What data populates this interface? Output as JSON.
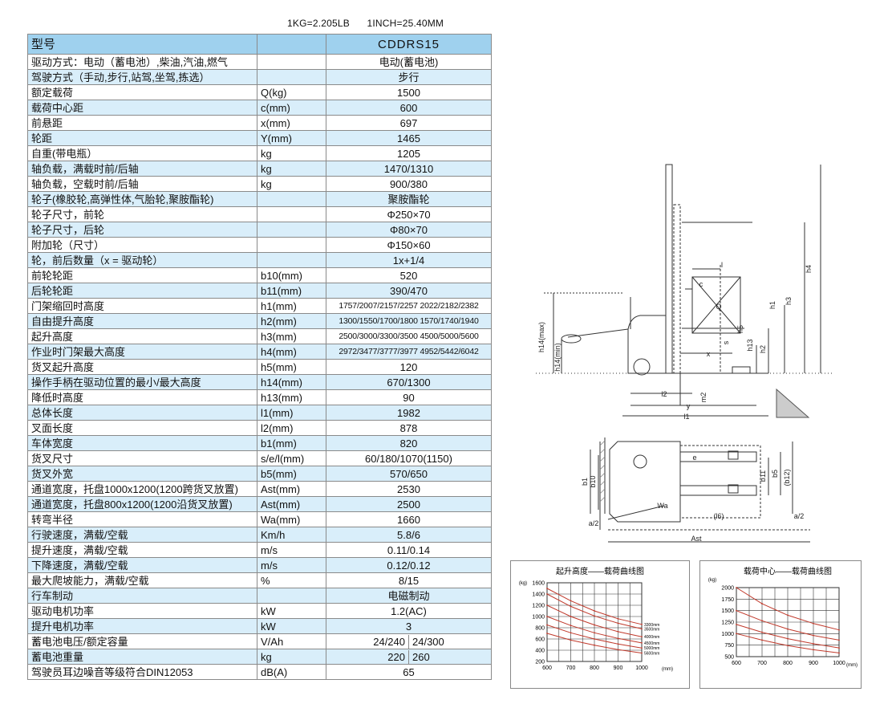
{
  "unit_note": {
    "kg": "1KG=2.205LB",
    "inch": "1INCH=25.40MM"
  },
  "table": {
    "header_label": "型号",
    "header_model": "CDDRS15",
    "rows": [
      {
        "label": "驱动方式：电动（蓄电池）,柴油,汽油,燃气",
        "unit": "",
        "value": "电动(蓄电池)"
      },
      {
        "label": "驾驶方式（手动,步行,站驾,坐驾,拣选）",
        "unit": "",
        "value": "步行"
      },
      {
        "label": "额定载荷",
        "unit": "Q(kg)",
        "value": "1500"
      },
      {
        "label": "载荷中心距",
        "unit": "c(mm)",
        "value": "600"
      },
      {
        "label": "前悬距",
        "unit": "x(mm)",
        "value": "697"
      },
      {
        "label": "轮距",
        "unit": "Y(mm)",
        "value": "1465"
      },
      {
        "label": "自重(带电瓶）",
        "unit": "kg",
        "value": "1205"
      },
      {
        "label": "轴负载，满载时前/后轴",
        "unit": "kg",
        "value": "1470/1310"
      },
      {
        "label": "轴负载，空载时前/后轴",
        "unit": "kg",
        "value": "900/380"
      },
      {
        "label": "轮子(橡胶轮,高弹性体,气胎轮,聚胺酯轮)",
        "unit": "",
        "value": "聚胺酯轮"
      },
      {
        "label": "轮子尺寸，前轮",
        "unit": "",
        "value": "Φ250×70"
      },
      {
        "label": "轮子尺寸，后轮",
        "unit": "",
        "value": "Φ80×70"
      },
      {
        "label": "附加轮（尺寸）",
        "unit": "",
        "value": "Φ150×60"
      },
      {
        "label": "轮，前后数量（x = 驱动轮）",
        "unit": "",
        "value": "1x+1/4"
      },
      {
        "label": "前轮轮距",
        "unit": "b10(mm)",
        "value": "520"
      },
      {
        "label": "后轮轮距",
        "unit": "b11(mm)",
        "value": "390/470"
      },
      {
        "label": "门架缩回时高度",
        "unit": "h1(mm)",
        "value": "1757/2007/2157/2257   2022/2182/2382",
        "small": true
      },
      {
        "label": "自由提升高度",
        "unit": "h2(mm)",
        "value": "1300/1550/1700/1800   1570/1740/1940",
        "small": true
      },
      {
        "label": "起升高度",
        "unit": "h3(mm)",
        "value": "2500/3000/3300/3500   4500/5000/5600",
        "small": true
      },
      {
        "label": "作业时门架最大高度",
        "unit": "h4(mm)",
        "value": "2972/3477/3777/3977   4952/5442/6042",
        "small": true
      },
      {
        "label": "货叉起升高度",
        "unit": "h5(mm)",
        "value": "120"
      },
      {
        "label": "操作手柄在驱动位置的最小/最大高度",
        "unit": "h14(mm)",
        "value": "670/1300"
      },
      {
        "label": "降低时高度",
        "unit": "h13(mm)",
        "value": "90"
      },
      {
        "label": "总体长度",
        "unit": "l1(mm)",
        "value": "1982"
      },
      {
        "label": "叉面长度",
        "unit": "l2(mm)",
        "value": "878"
      },
      {
        "label": "车体宽度",
        "unit": "b1(mm)",
        "value": "820"
      },
      {
        "label": "货叉尺寸",
        "unit": "s/e/l(mm)",
        "value": "60/180/1070(1150)"
      },
      {
        "label": "货叉外宽",
        "unit": "b5(mm)",
        "value": "570/650"
      },
      {
        "label": "通道宽度，托盘1000x1200(1200跨货叉放置)",
        "unit": "Ast(mm)",
        "value": "2530"
      },
      {
        "label": "通道宽度，托盘800x1200(1200沿货叉放置)",
        "unit": "Ast(mm)",
        "value": "2500"
      },
      {
        "label": "转弯半径",
        "unit": "Wa(mm)",
        "value": "1660"
      },
      {
        "label": "行驶速度，满载/空载",
        "unit": "Km/h",
        "value": "5.8/6"
      },
      {
        "label": "提升速度，满载/空载",
        "unit": "m/s",
        "value": "0.11/0.14"
      },
      {
        "label": "下降速度，满载/空载",
        "unit": "m/s",
        "value": "0.12/0.12"
      },
      {
        "label": "最大爬坡能力，满载/空载",
        "unit": "%",
        "value": "8/15"
      },
      {
        "label": "行车制动",
        "unit": "",
        "value": "电磁制动"
      },
      {
        "label": "驱动电机功率",
        "unit": "kW",
        "value": "1.2(AC)"
      },
      {
        "label": "提升电机功率",
        "unit": "kW",
        "value": "3"
      },
      {
        "label": "蓄电池电压/额定容量",
        "unit": "V/Ah",
        "value": "",
        "split": [
          "24/240",
          "24/300"
        ]
      },
      {
        "label": "蓄电池重量",
        "unit": "kg",
        "value": "",
        "split": [
          "220",
          "260"
        ]
      },
      {
        "label": "驾驶员耳边噪音等级符合DIN12053",
        "unit": "dB(A)",
        "value": "65"
      }
    ]
  },
  "side_view": {
    "labels": [
      "h14(max)",
      "h14(min)",
      "h1",
      "h3",
      "h4",
      "h2",
      "h13",
      "h5",
      "s",
      "c",
      "l",
      "Q",
      "x",
      "l2",
      "m2",
      "y",
      "l1"
    ]
  },
  "top_view": {
    "labels": [
      "b1",
      "b10",
      "b11",
      "b5",
      "(b12)",
      "e",
      "Wa",
      "a/2",
      "(l6)",
      "a/2",
      "Ast"
    ]
  },
  "chart_data": [
    {
      "type": "line",
      "title": "起升高度——载荷曲线图",
      "ylabel": "(kg)",
      "xlabel": "(mm)",
      "x": [
        600,
        700,
        800,
        900,
        1000
      ],
      "yticks": [
        200,
        400,
        600,
        800,
        1000,
        1200,
        1400,
        1600
      ],
      "xlim": [
        600,
        1000
      ],
      "ylim": [
        200,
        1600
      ],
      "series": [
        {
          "name": "3300mm",
          "values": [
            1500,
            1280,
            1100,
            960,
            860
          ]
        },
        {
          "name": "3500mm",
          "values": [
            1400,
            1180,
            1010,
            880,
            780
          ]
        },
        {
          "name": "4000mm",
          "values": [
            1200,
            1000,
            850,
            730,
            640
          ]
        },
        {
          "name": "4500mm",
          "values": [
            1000,
            840,
            710,
            610,
            530
          ]
        },
        {
          "name": "5000mm",
          "values": [
            850,
            710,
            600,
            510,
            440
          ]
        },
        {
          "name": "5600mm",
          "values": [
            700,
            580,
            490,
            410,
            350
          ]
        }
      ],
      "colors": {
        "line": "#c0392b",
        "grid": "#333333"
      }
    },
    {
      "type": "line",
      "title": "载荷中心——载荷曲线图",
      "ylabel": "(kg)",
      "xlabel": "(mm)",
      "x": [
        600,
        700,
        800,
        900,
        1000
      ],
      "yticks": [
        500,
        750,
        1000,
        1250,
        1500,
        1750,
        2000
      ],
      "xlim": [
        600,
        1000
      ],
      "ylim": [
        500,
        2000
      ],
      "series": [
        {
          "values": [
            2000,
            1650,
            1400,
            1220,
            1080
          ]
        },
        {
          "values": [
            1500,
            1280,
            1100,
            960,
            860
          ]
        },
        {
          "values": [
            1200,
            1030,
            890,
            780,
            690
          ]
        },
        {
          "values": [
            1000,
            860,
            740,
            650,
            580
          ]
        }
      ],
      "colors": {
        "line": "#c0392b",
        "grid": "#333333"
      }
    }
  ]
}
